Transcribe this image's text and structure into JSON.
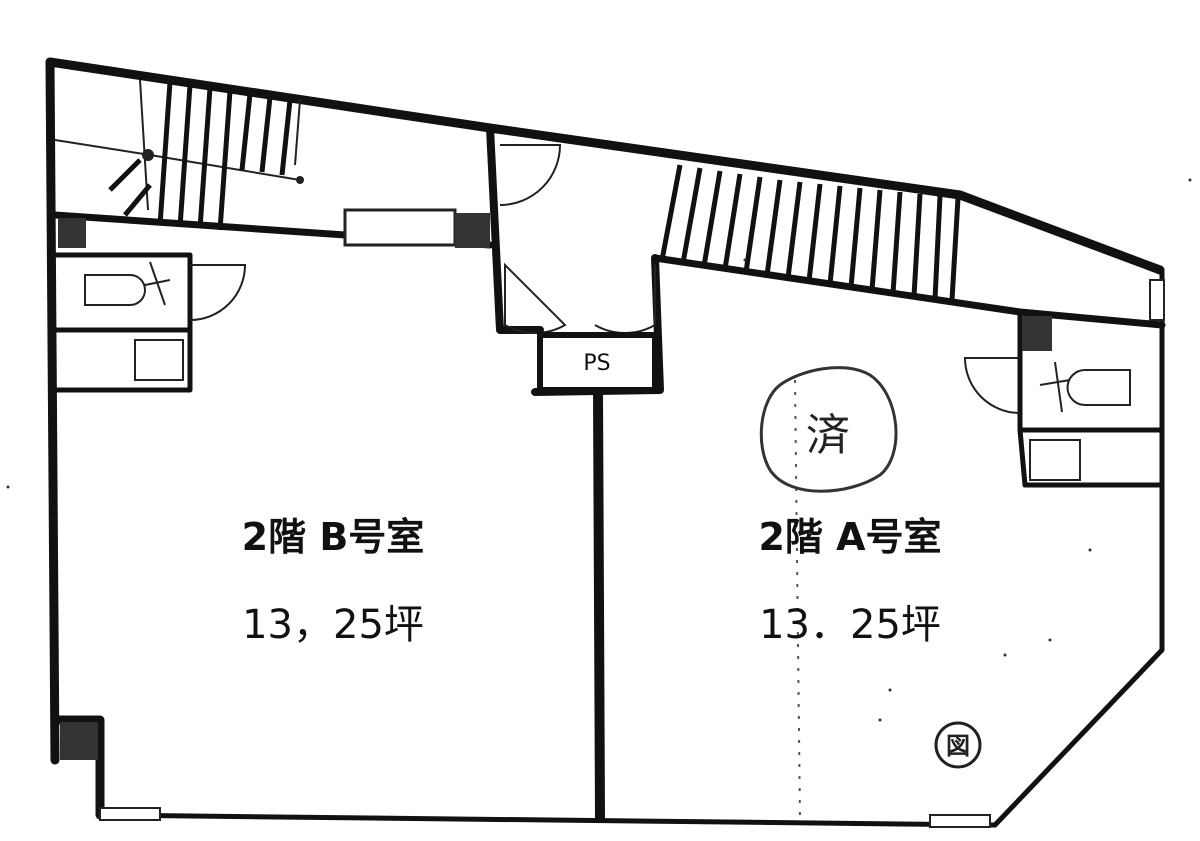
{
  "rooms": [
    {
      "id": "room-b",
      "title": "2階 B号室",
      "area": "13，25坪"
    },
    {
      "id": "room-a",
      "title": "2階 A号室",
      "area": "13．25坪"
    }
  ],
  "ps_label": "PS",
  "stamp_text": "済",
  "zu_mark": "図"
}
